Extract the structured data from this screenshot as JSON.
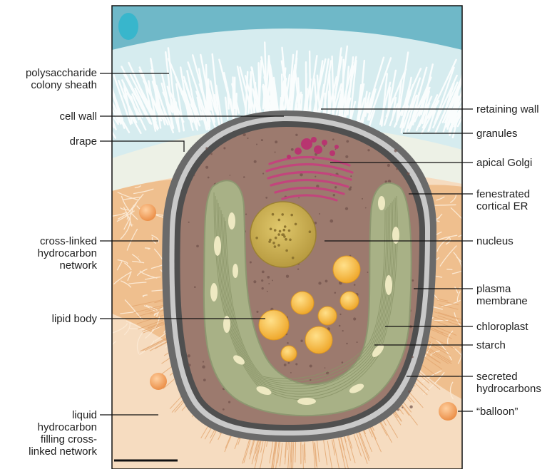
{
  "labels": {
    "polysaccharide_sheath": "polysaccharide\ncolony sheath",
    "cell_wall": "cell wall",
    "drape": "drape",
    "cross_linked_network": "cross-linked\nhydrocarbon\nnetwork",
    "lipid_body": "lipid body",
    "liquid_hydrocarbon": "liquid\nhydrocarbon\nfilling cross-\nlinked network",
    "retaining_wall": "retaining wall",
    "granules": "granules",
    "apical_golgi": "apical Golgi",
    "fenestrated_er": "fenestrated\ncortical ER",
    "nucleus": "nucleus",
    "plasma_membrane": "plasma\nmembrane",
    "chloroplast": "chloroplast",
    "starch": "starch",
    "secreted_hydrocarbons": "secreted\nhydrocarbons",
    "balloon": "“balloon”"
  },
  "colors": {
    "sky": "#6fb9c9",
    "sheath": "#d8eef0",
    "drape": "#eef2ea",
    "matrix": "#f7dcc0",
    "network": "#e6a46c",
    "wall": "#5b5b5b",
    "cytoplasm": "#9a7468",
    "chloroplast": "#a9b38a",
    "nucleus": "#cdb65a",
    "golgi": "#c2457c",
    "lipid": "#f3b23a",
    "balloon": "#f0a060"
  }
}
